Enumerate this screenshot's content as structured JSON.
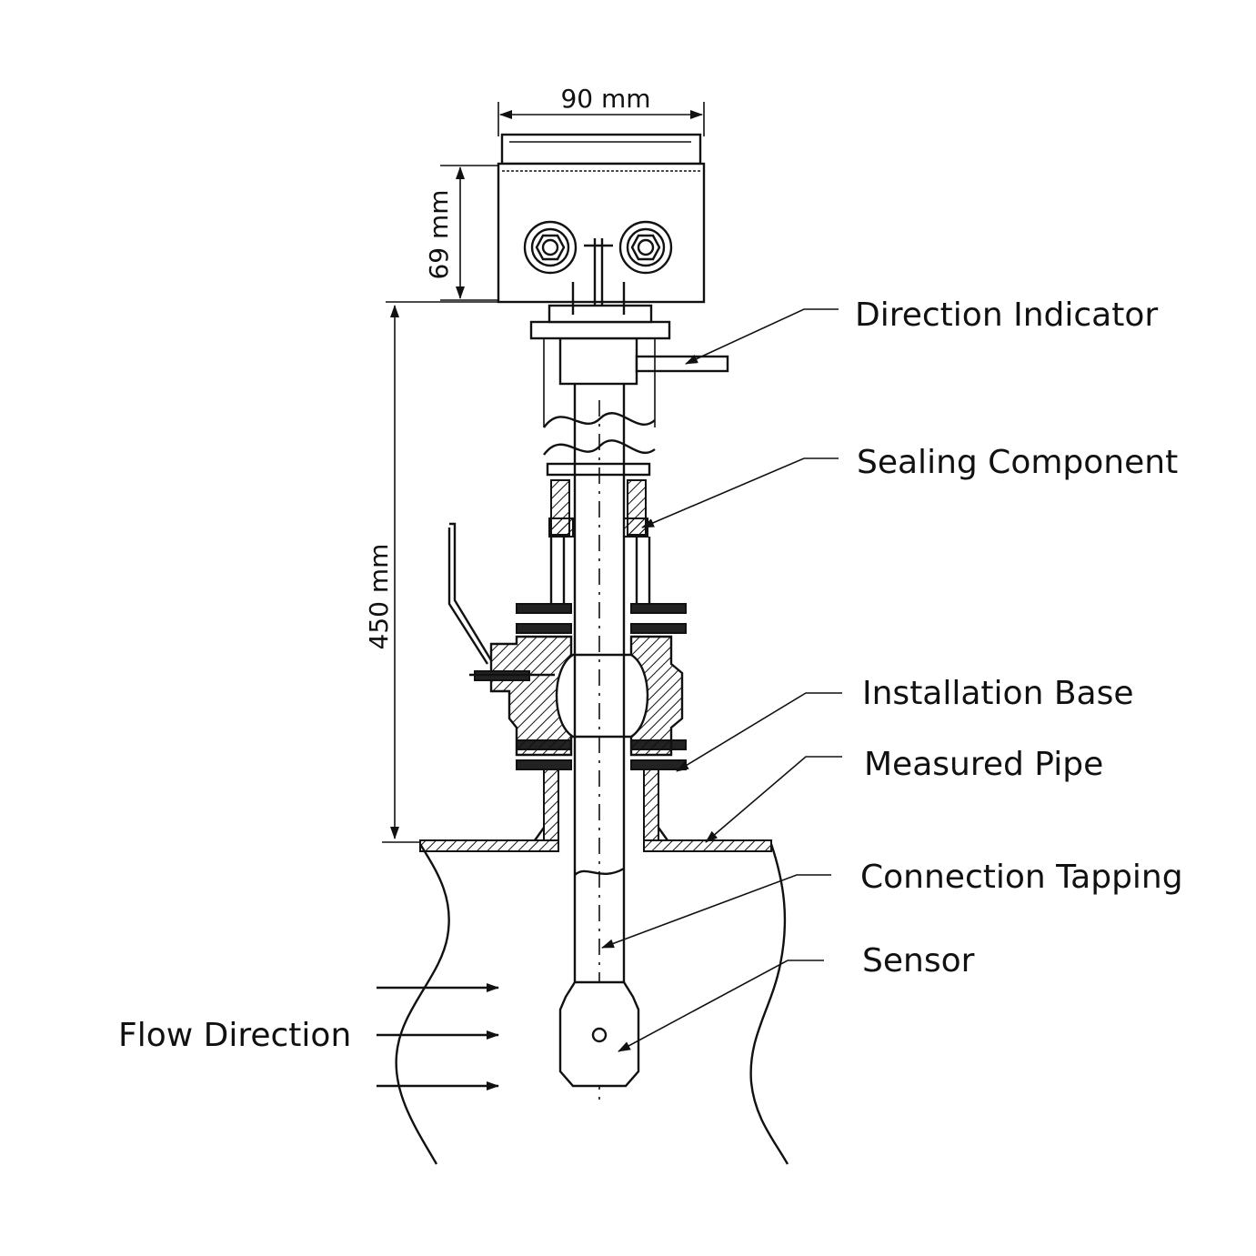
{
  "dimensions": {
    "width_label": "90 mm",
    "height_label": "69 mm",
    "length_label": "450 mm"
  },
  "callouts": {
    "direction_indicator": "Direction Indicator",
    "sealing_component": "Sealing Component",
    "installation_base": "Installation Base",
    "measured_pipe": "Measured Pipe",
    "connection_tapping": "Connection Tapping",
    "sensor": "Sensor",
    "flow_direction": "Flow Direction"
  },
  "colors": {
    "line": "#111111",
    "hatch": "#222222",
    "background": "#ffffff"
  }
}
